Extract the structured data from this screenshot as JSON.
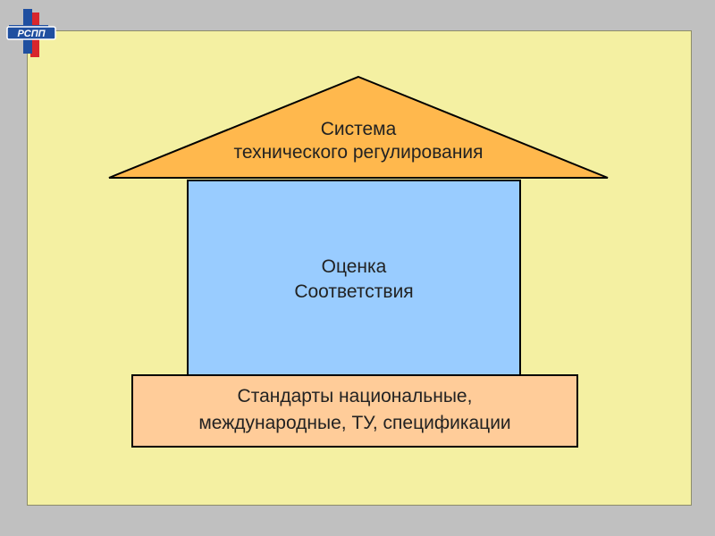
{
  "logo": {
    "text": "РСПП",
    "colors": {
      "blue": "#1f4fa0",
      "red": "#d8262c",
      "white": "#ffffff"
    }
  },
  "diagram": {
    "roof": {
      "line1": "Система",
      "line2": "технического регулирования",
      "color": "#ffb84d"
    },
    "body": {
      "line1": "Оценка",
      "line2": "Соответствия",
      "color": "#99ccff"
    },
    "base": {
      "line1": "Стандарты национальные,",
      "line2": "международные, ТУ, спецификации",
      "color": "#ffcc99"
    }
  },
  "colors": {
    "page_background": "#c0c0c0",
    "panel_background": "#f4f0a2"
  }
}
